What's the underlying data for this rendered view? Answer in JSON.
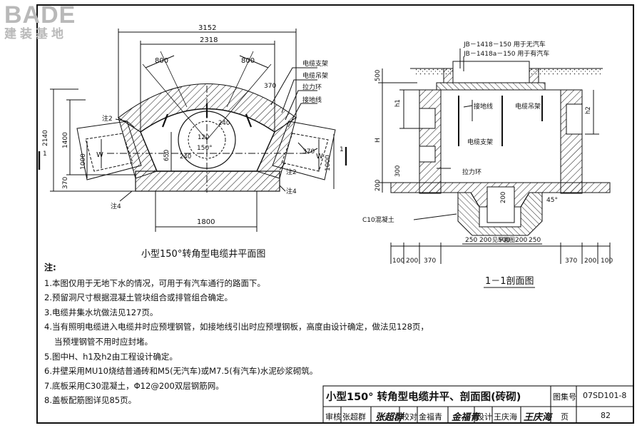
{
  "logo": {
    "brand": "BADE",
    "subtitle": "建装基地"
  },
  "plan": {
    "caption": "小型150°转角型电缆井平面图",
    "dims": {
      "overall": "3152",
      "inner": "2318",
      "branch_left": "800",
      "branch_right": "800",
      "side_370_tr": "370",
      "side_370_r": "370",
      "total_height": "2140",
      "height_1400": "1400",
      "left_1000": "1000",
      "right_1000": "1000",
      "bottom_370": "370",
      "base": "1800",
      "d650": "650",
      "d240a": "240",
      "d240b": "240",
      "d120": "120",
      "angle": "150°",
      "w_left": "W",
      "w_right": "W"
    },
    "labels": {
      "bracket": "电缆支架",
      "hanger": "电缆吊架",
      "ring": "拉力环",
      "ground": "接地线",
      "note2_left": "注2",
      "note2_right": "注2",
      "note4_left": "注4",
      "note4_right": "注4",
      "section_left": "1",
      "section_right": "1"
    }
  },
  "section": {
    "caption": "1－1剖面图",
    "cover_plate_1": "JB－1418－150 用于无汽车",
    "cover_plate_2": "JB－1418a－150 用于有汽车",
    "labels": {
      "ground": "接地线",
      "hanger": "电缆吊架",
      "bracket": "电缆支架",
      "ring": "拉力环",
      "concrete": "C10混凝土",
      "angle": "45°",
      "pit": "见平面图"
    },
    "dims": {
      "d500": "500",
      "h1": "h1",
      "h2": "h2",
      "H": "H",
      "d300": "300",
      "d200v": "200",
      "d200pit": "200",
      "b1": "250",
      "b2": "200",
      "b3": "500",
      "b4": "200",
      "b5": "250",
      "l1": "100",
      "l2": "200",
      "l3": "370",
      "r1": "370",
      "r2": "200",
      "r3": "100"
    }
  },
  "notes": {
    "heading": "注:",
    "items": [
      "1.本图仅用于无地下水的情况，可用于有汽车通行的路面下。",
      "2.预留洞尺寸根据混凝土管块组合或排管组合确定。",
      "3.电缆井集水坑做法见127页。",
      "4.当有照明电缆进入电缆井时应预埋钢管，如接地线引出时应预埋钢板，高度由设计确定，做法见128页，",
      "5.图中H、h1及h2由工程设计确定。",
      "6.井壁采用MU10烧结普通砖和M5(无汽车)或M7.5(有汽车)水泥砂浆砌筑。",
      "7.底板采用C30混凝土，Φ12@200双层钢筋网。",
      "8.盖板配筋图详见85页。"
    ],
    "item4_continuation": "当预埋钢管不用时应封堵。"
  },
  "title_block": {
    "title": "小型150° 转角型电缆井平、剖面图(砖砌)",
    "atlas_label": "图集号",
    "atlas_no": "07SD101-8",
    "review_label": "审核",
    "reviewer": "张超群",
    "check_label": "校对",
    "checker": "金福青",
    "design_label": "设计",
    "designer": "王庆海",
    "page_label": "页",
    "page_no": "82"
  }
}
